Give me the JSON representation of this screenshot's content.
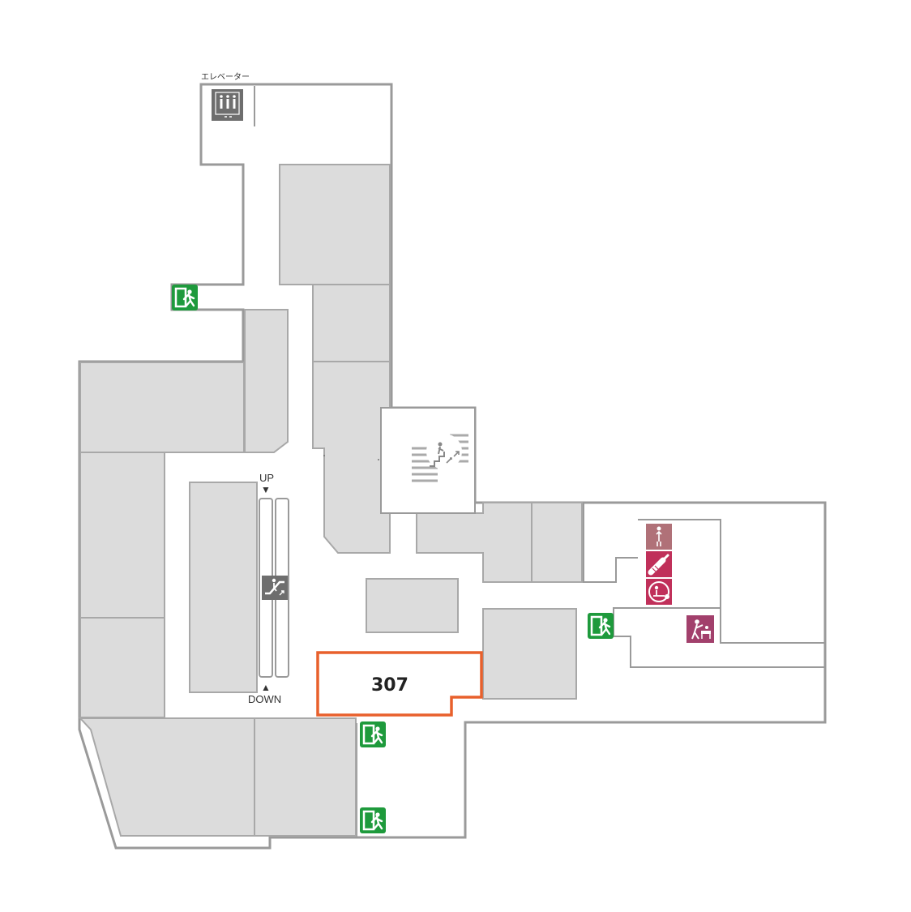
{
  "labels": {
    "elevator": "エレベーター",
    "escalator_up": "UP",
    "escalator_down": "DOWN",
    "up_arrow": "▼",
    "down_arrow": "▲"
  },
  "highlighted_store": {
    "number": "307",
    "outline_color": "#e8602c"
  },
  "icons": {
    "elevator": "elevator-icon",
    "escalator": "escalator-icon",
    "stairs": "stairs-icon",
    "emergency_exit": "emergency-exit-icon",
    "restroom": "restroom-icon",
    "nursing": "nursing-bottle-icon",
    "ostomate": "ostomate-icon",
    "diaper_change": "diaper-change-icon"
  },
  "colors": {
    "exit_green": "#1e9a3c",
    "facility_rose": "#b07178",
    "facility_magenta": "#c0305a",
    "facility_purple": "#a2406c",
    "shop_fill": "#dcdcdc",
    "wall": "#9a9a9a"
  }
}
